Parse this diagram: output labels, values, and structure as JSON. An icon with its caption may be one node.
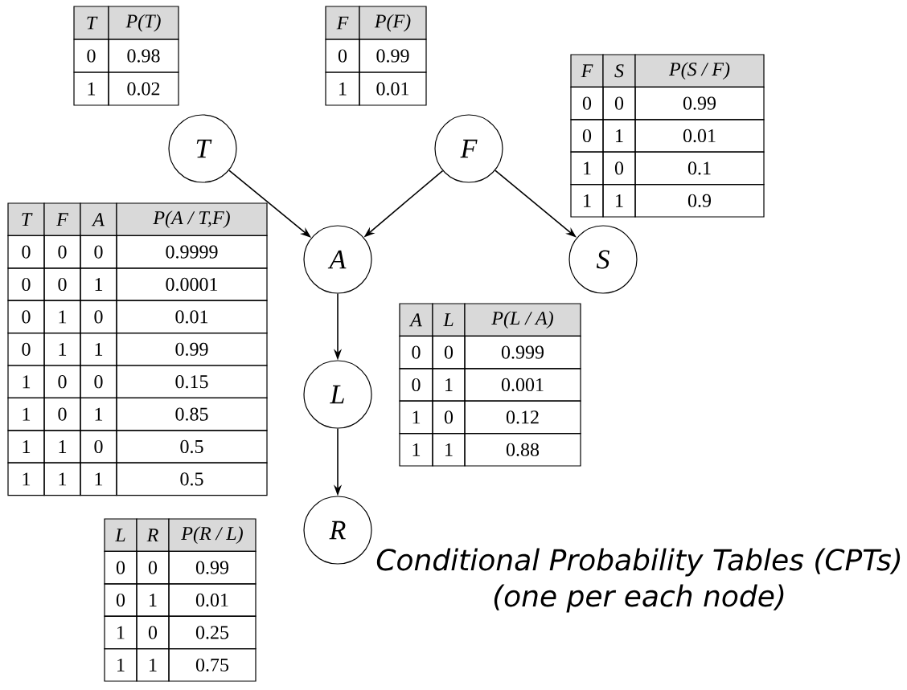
{
  "diagram": {
    "nodes": [
      {
        "text": [
          "T"
        ]
      },
      {
        "text": [
          "F"
        ]
      },
      {
        "text": [
          "A"
        ]
      },
      {
        "text": [
          "S"
        ]
      },
      {
        "text": [
          "L"
        ]
      },
      {
        "text": [
          "R"
        ]
      }
    ],
    "edges": [
      {
        "from": 0,
        "to": 2,
        "arrow": "to"
      },
      {
        "from": 1,
        "to": 2,
        "arrow": "to"
      },
      {
        "from": 1,
        "to": 3,
        "arrow": "to"
      },
      {
        "from": 2,
        "to": 4,
        "arrow": "to"
      },
      {
        "from": 4,
        "to": 5,
        "arrow": "to"
      }
    ],
    "labels": [
      "T",
      "P(T)",
      "0",
      "0.98",
      "1",
      "0.02",
      "F",
      "P(F)",
      "0",
      "0.99",
      "1",
      "0.01",
      "F",
      "S",
      "P(S / F)",
      "0",
      "0",
      "0.99",
      "0",
      "1",
      "0.01",
      "1",
      "0",
      "0.1",
      "1",
      "1",
      "0.9",
      "T",
      "F",
      "A",
      "P(A / T,F)",
      "0",
      "0",
      "0",
      "0.9999",
      "0",
      "0",
      "1",
      "0.0001",
      "0",
      "1",
      "0",
      "0.01",
      "0",
      "1",
      "1",
      "0.99",
      "1",
      "0",
      "0",
      "0.15",
      "1",
      "0",
      "1",
      "0.85",
      "1",
      "1",
      "0",
      "0.5",
      "1",
      "1",
      "1",
      "0.5",
      "A",
      "L",
      "P(L / A)",
      "0",
      "0",
      "0.999",
      "0",
      "1",
      "0.001",
      "1",
      "0",
      "0.12",
      "1",
      "1",
      "0.88",
      "L",
      "R",
      "P(R / L)",
      "0",
      "0",
      "0.99",
      "0",
      "1",
      "0.01",
      "1",
      "0",
      "0.25",
      "1",
      "1",
      "0.75",
      "Conditional Probability Tables (CPTs)",
      "(one per each node)"
    ]
  }
}
